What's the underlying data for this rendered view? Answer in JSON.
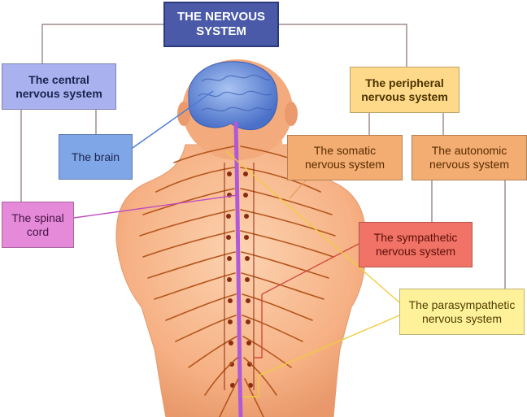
{
  "title": "THE NERVOUS\nSYSTEM",
  "boxes": {
    "central": "The central\nnervous system",
    "brain": "The brain",
    "spinal_cord": "The spinal\ncord",
    "peripheral": "The peripheral\nnervous system",
    "somatic": "The somatic\nnervous system",
    "autonomic": "The autonomic\nnervous system",
    "sympathetic": "The sympathetic\nnervous system",
    "parasympathetic": "The parasympathetic\nnervous system"
  },
  "colors": {
    "title_bg": "#4a5aa8",
    "central_bg": "#a9b2ee",
    "brain_bg": "#7fa6e6",
    "spinal_cord_bg": "#e48ad8",
    "peripheral_bg": "#ffd98a",
    "somatic_bg": "#f3ad72",
    "autonomic_bg": "#f3ad72",
    "sympathetic_bg": "#f17266",
    "parasympathetic_bg": "#fff19a",
    "skin": "#f7b98e",
    "nerve": "#b5561d",
    "spine": "#8a2a10",
    "brain": "#5d86d8",
    "cord": "#b05ad8"
  }
}
